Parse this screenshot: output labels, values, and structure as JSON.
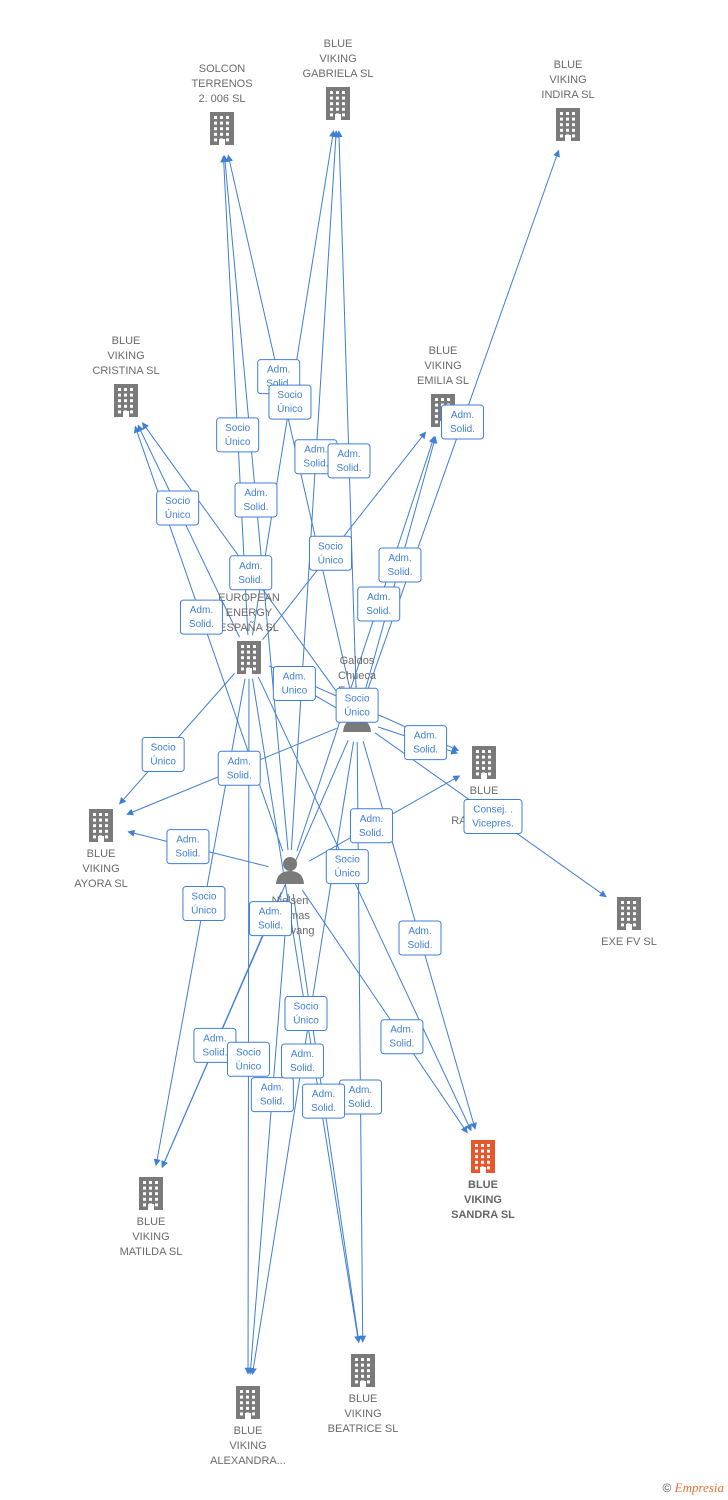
{
  "colors": {
    "edge": "#3f7fd6",
    "node": "#7a7a7a",
    "highlight": "#e8572b",
    "label": "#6b6b6b"
  },
  "nodes": [
    {
      "id": "solcon",
      "type": "company",
      "lines": [
        "SOLCON",
        "TERRENOS",
        "2. 006  SL"
      ]
    },
    {
      "id": "gabriela",
      "type": "company",
      "lines": [
        "BLUE",
        "VIKING",
        "GABRIELA  SL"
      ]
    },
    {
      "id": "indira",
      "type": "company",
      "lines": [
        "BLUE",
        "VIKING",
        "INDIRA  SL"
      ]
    },
    {
      "id": "cristina",
      "type": "company",
      "lines": [
        "BLUE",
        "VIKING",
        "CRISTINA  SL"
      ]
    },
    {
      "id": "emilia",
      "type": "company",
      "lines": [
        "BLUE",
        "VIKING",
        "EMILIA  SL"
      ]
    },
    {
      "id": "european",
      "type": "company",
      "lines": [
        "EUROPEAN",
        "ENERGY",
        "ESPAÑA  SL"
      ]
    },
    {
      "id": "galdos",
      "type": "person",
      "lines": [
        "Galdos",
        "Chueca",
        "Enrique"
      ]
    },
    {
      "id": "rafaela",
      "type": "company",
      "lines": [
        "BLUE",
        "VIKING",
        "RAFAELA  SL"
      ]
    },
    {
      "id": "ayora",
      "type": "company",
      "lines": [
        "BLUE",
        "VIKING",
        "AYORA  SL"
      ]
    },
    {
      "id": "nielsen",
      "type": "person",
      "lines": [
        "Nielsen",
        "Thomas",
        "Kirkevang"
      ]
    },
    {
      "id": "exe",
      "type": "company",
      "lines": [
        "EXE FV SL"
      ]
    },
    {
      "id": "sandra",
      "type": "company",
      "highlight": true,
      "lines": [
        "BLUE",
        "VIKING",
        "SANDRA  SL"
      ]
    },
    {
      "id": "matilda",
      "type": "company",
      "lines": [
        "BLUE",
        "VIKING",
        "MATILDA  SL"
      ]
    },
    {
      "id": "beatrice",
      "type": "company",
      "lines": [
        "BLUE",
        "VIKING",
        "BEATRICE  SL"
      ]
    },
    {
      "id": "alexandra",
      "type": "company",
      "lines": [
        "BLUE",
        "VIKING",
        "ALEXANDRA..."
      ]
    }
  ],
  "edges": [
    {
      "from": "european",
      "to": "solcon",
      "label": [
        "Socio",
        "Único"
      ]
    },
    {
      "from": "nielsen",
      "to": "solcon",
      "label": [
        "Adm.",
        "Solid."
      ]
    },
    {
      "from": "galdos",
      "to": "solcon",
      "label": [
        "Adm.",
        "Solid."
      ]
    },
    {
      "from": "european",
      "to": "gabriela",
      "label": [
        "Socio",
        "Único"
      ]
    },
    {
      "from": "nielsen",
      "to": "gabriela",
      "label": [
        "Adm.",
        "Solid."
      ]
    },
    {
      "from": "galdos",
      "to": "gabriela",
      "label": [
        "Adm.",
        "Solid."
      ]
    },
    {
      "from": "galdos",
      "to": "indira",
      "label": [
        "Adm.",
        "Solid."
      ]
    },
    {
      "from": "european",
      "to": "cristina",
      "label": [
        "Socio",
        "Único"
      ]
    },
    {
      "from": "galdos",
      "to": "cristina",
      "label": [
        "Adm.",
        "Solid."
      ]
    },
    {
      "from": "nielsen",
      "to": "cristina",
      "label": [
        "Adm.",
        "Solid."
      ]
    },
    {
      "from": "european",
      "to": "emilia",
      "label": [
        "Socio",
        "Único"
      ]
    },
    {
      "from": "galdos",
      "to": "emilia",
      "label": [
        "Adm.",
        "Solid."
      ]
    },
    {
      "from": "nielsen",
      "to": "emilia",
      "label": [
        "Adm.",
        "Solid."
      ]
    },
    {
      "from": "european",
      "to": "rafaela",
      "label": [
        "Socio",
        "Único"
      ]
    },
    {
      "from": "galdos",
      "to": "rafaela",
      "label": [
        "Adm.",
        "Solid."
      ]
    },
    {
      "from": "nielsen",
      "to": "rafaela",
      "label": [
        "Adm.",
        "Solid."
      ]
    },
    {
      "from": "galdos",
      "to": "exe",
      "label": [
        "Consej. .",
        "Vicepres."
      ]
    },
    {
      "from": "european",
      "to": "ayora",
      "label": [
        "Socio",
        "Único"
      ]
    },
    {
      "from": "galdos",
      "to": "ayora",
      "label": [
        "Adm.",
        "Solid."
      ]
    },
    {
      "from": "nielsen",
      "to": "ayora",
      "label": [
        "Adm.",
        "Solid."
      ]
    },
    {
      "from": "european",
      "to": "sandra",
      "label": [
        "Socio",
        "Único"
      ]
    },
    {
      "from": "galdos",
      "to": "sandra",
      "label": [
        "Adm.",
        "Solid."
      ]
    },
    {
      "from": "nielsen",
      "to": "sandra",
      "label": [
        "Adm.",
        "Solid."
      ]
    },
    {
      "from": "european",
      "to": "matilda",
      "label": [
        "Socio",
        "Único"
      ]
    },
    {
      "from": "nielsen",
      "to": "matilda",
      "label": [
        "Adm.",
        "Solid."
      ]
    },
    {
      "from": "galdos",
      "to": "matilda",
      "label": [
        "Adm.",
        "Solid."
      ]
    },
    {
      "from": "european",
      "to": "beatrice",
      "label": [
        "Socio",
        "Único"
      ]
    },
    {
      "from": "galdos",
      "to": "beatrice",
      "label": [
        "Adm.",
        "Solid."
      ]
    },
    {
      "from": "nielsen",
      "to": "beatrice",
      "label": [
        "Adm.",
        "Solid."
      ]
    },
    {
      "from": "european",
      "to": "alexandra",
      "label": [
        "Socio",
        "Único"
      ]
    },
    {
      "from": "nielsen",
      "to": "alexandra",
      "label": [
        "Adm.",
        "Solid."
      ]
    },
    {
      "from": "galdos",
      "to": "alexandra",
      "label": [
        "Adm.",
        "Solid."
      ]
    },
    {
      "from": "galdos",
      "to": "european",
      "label": [
        "Adm.",
        "Unico"
      ]
    }
  ],
  "footer": {
    "copyright": "©",
    "brand": "Empresia"
  }
}
